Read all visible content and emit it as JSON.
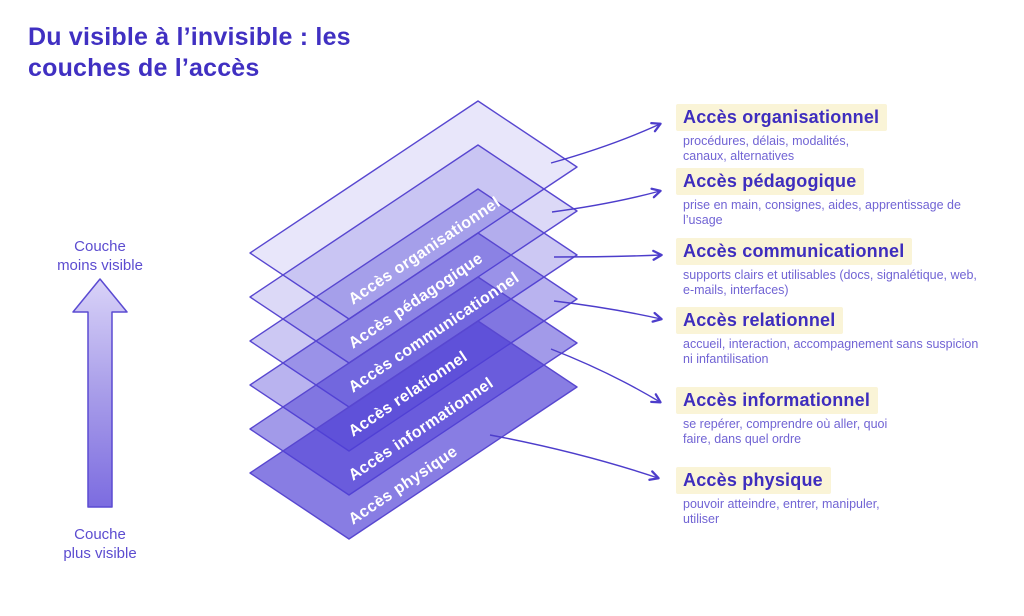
{
  "title": "Du visible à l’invisible : les\ncouches de l’accès",
  "axis": {
    "top_label": "Couche\nmoins visible",
    "bottom_label": "Couche\nplus visible"
  },
  "layers": [
    {
      "label": "Accès organisationnel"
    },
    {
      "label": "Accès pédagogique"
    },
    {
      "label": "Accès communicationnel"
    },
    {
      "label": "Accès relationnel"
    },
    {
      "label": "Accès informationnel"
    },
    {
      "label": "Accès physique"
    }
  ],
  "annotations": [
    {
      "title": "Accès organisationnel",
      "description": "procédures, délais, modalités,\ncanaux, alternatives"
    },
    {
      "title": "Accès pédagogique",
      "description": "prise en main, consignes, aides, apprentissage de\nl’usage"
    },
    {
      "title": "Accès communicationnel",
      "description": "supports clairs et utilisables (docs, signalétique, web,\ne-mails, interfaces)"
    },
    {
      "title": "Accès relationnel",
      "description": "accueil, interaction, accompagnement sans suspicion\nni infantilisation"
    },
    {
      "title": "Accès informationnel",
      "description": "se repérer, comprendre où aller, quoi\nfaire, dans quel ordre"
    },
    {
      "title": "Accès physique",
      "description": "pouvoir atteindre, entrer, manipuler,\nutiliser"
    }
  ],
  "colors": {
    "title_text": "#4030c2",
    "annotation_title_text": "#3e2dbe",
    "annotation_description_text": "#7164d4",
    "annotation_highlight": "#faf4d7",
    "axis_label_text": "#5c4cd0",
    "layer_base_fill": "#5040d6",
    "layer_stroke": "#5847d0",
    "layer_label_text": "#ffffff",
    "connector_line": "#4d3dcb",
    "axis_arrow_gradient_top": "#d9d3f8",
    "axis_arrow_gradient_bottom": "#7c6ce0"
  }
}
